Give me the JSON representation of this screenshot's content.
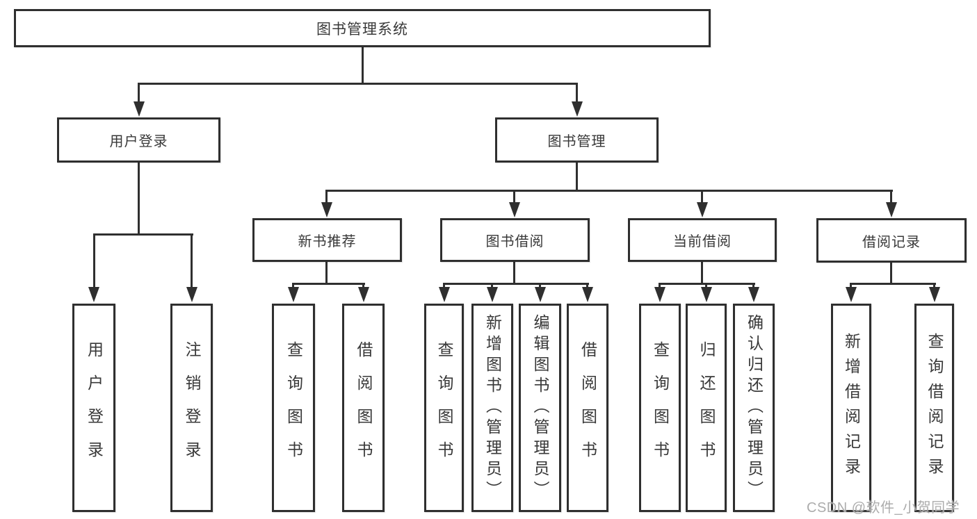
{
  "page": {
    "background": "#ffffff",
    "line_color": "#2f2f2f",
    "text_color": "#383838"
  },
  "tree": {
    "root": {
      "label": "图书管理系统"
    },
    "level2": [
      {
        "label": "用户登录"
      },
      {
        "label": "图书管理"
      }
    ],
    "level3": [
      {
        "label": "新书推荐"
      },
      {
        "label": "图书借阅"
      },
      {
        "label": "当前借阅"
      },
      {
        "label": "借阅记录"
      }
    ],
    "leaves": {
      "user_login": [
        "用户登录",
        "注销登录"
      ],
      "new_book": [
        "查询图书",
        "借阅图书"
      ],
      "book_borrow": [
        "查询图书",
        "新增图书（管理员）",
        "编辑图书（管理员）",
        "借阅图书"
      ],
      "current_borrow": [
        "查询图书",
        "归还图书",
        "确认归还（管理员）"
      ],
      "borrow_record": [
        "新增借阅记录",
        "查询借阅记录"
      ]
    }
  },
  "watermark": {
    "text": "CSDN @软件_小贺同学",
    "color": "#acacac"
  }
}
